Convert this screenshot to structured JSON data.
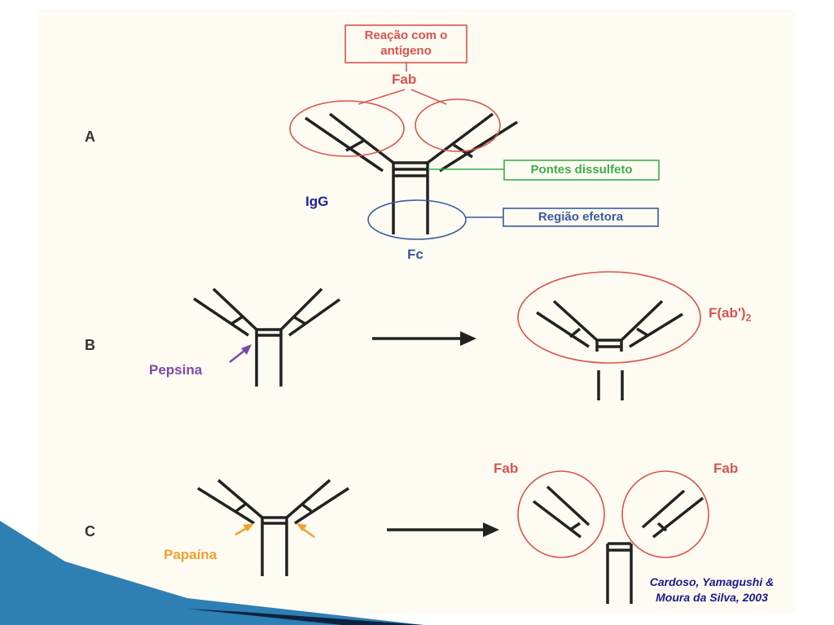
{
  "colors": {
    "red": "#d9534f",
    "green": "#3fae49",
    "blue": "#3a5ba0",
    "purple": "#7b4aa8",
    "orange": "#f0a030",
    "navy": "#1f1f9a",
    "line": "#222222",
    "page_bg": "#fdfbf2"
  },
  "panel_a": {
    "letter": "A",
    "antigen_box_line1": "Reação com o",
    "antigen_box_line2": "antígeno",
    "fab_label": "Fab",
    "disulfide_box": "Pontes dissulfeto",
    "effector_box": "Região efetora",
    "igg_label": "IgG",
    "fc_label": "Fc"
  },
  "panel_b": {
    "letter": "B",
    "enzyme": "Pepsina",
    "fragment_label": "F(ab')",
    "fragment_subscript": "2"
  },
  "panel_c": {
    "letter": "C",
    "enzyme": "Papaína",
    "fab_left": "Fab",
    "fab_right": "Fab"
  },
  "citation": {
    "line1": "Cardoso, Yamagushi &",
    "line2": "Moura da Silva, 2003"
  }
}
